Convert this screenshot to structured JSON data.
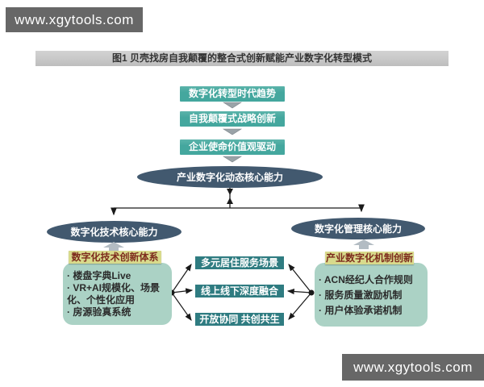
{
  "watermarks": {
    "top": "www.xgytools.com",
    "bottom": "www.xgytools.com"
  },
  "figure_title": "图1  贝壳找房自我颠覆的整合式创新赋能产业数字化转型模式",
  "flow": {
    "top_boxes": [
      {
        "label": "数字化转型时代趋势"
      },
      {
        "label": "自我颠覆式战略创新"
      },
      {
        "label": "企业使命价值观驱动"
      }
    ],
    "center_capability": "产业数字化动态核心能力",
    "left_capability": "数字化技术核心能力",
    "right_capability": "数字化管理核心能力",
    "middle_boxes": [
      {
        "label": "多元居住服务场景"
      },
      {
        "label": "线上线下深度融合"
      },
      {
        "label": "开放协同 共创共生"
      }
    ],
    "left_system": {
      "header": "数字化技术创新体系",
      "items": [
        "· 楼盘字典Live",
        "· VR+AI规模化、场景化、个性化应用",
        "· 房源验真系统"
      ]
    },
    "right_system": {
      "header": "产业数字化机制创新",
      "items": [
        "· ACN经纪人合作规则",
        "· 服务质量激励机制",
        "· 用户体验承诺机制"
      ]
    }
  },
  "colors": {
    "teal": "#44a79e",
    "dark_teal": "#2f7c81",
    "slate": "#42596f",
    "yellow": "#d8da8c",
    "yellow_text": "#7d2b1d",
    "panel": "#abd2c5",
    "panel_text": "#2b2b2b",
    "bar_bg": "#c8c8c8",
    "bar_text": "#333333",
    "watermark_bg": "#676767",
    "line": "#1a1a1a",
    "mini_arrow": "#9aa3a8",
    "fat_arrow": "#b3bcc3"
  }
}
